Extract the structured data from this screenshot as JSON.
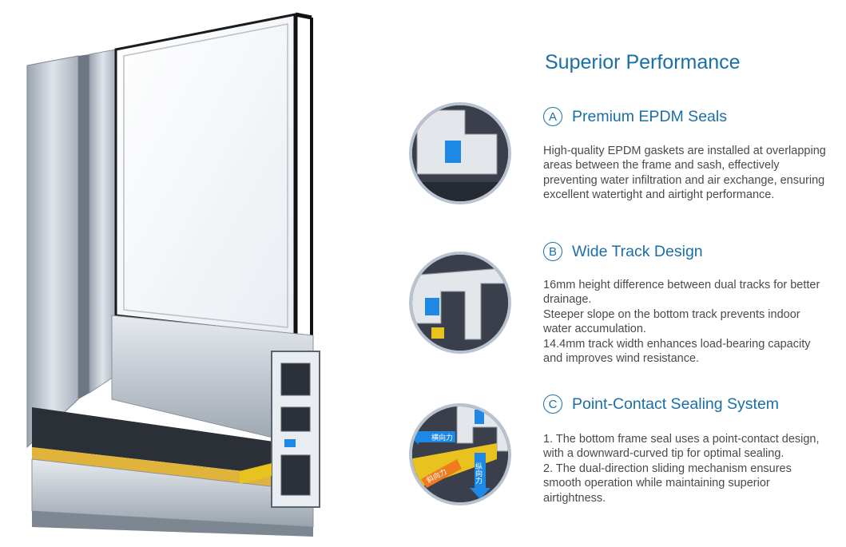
{
  "heading": "Superior Performance",
  "features": [
    {
      "letter": "A",
      "title": "Premium EPDM Seals",
      "paragraphs": [
        "High-quality EPDM gaskets are installed at overlapping areas between the frame and sash, effectively preventing water infiltration and air exchange, ensuring excellent watertight and airtight performance."
      ]
    },
    {
      "letter": "B",
      "title": "Wide Track Design",
      "paragraphs": [
        "16mm height difference between dual tracks for better drainage.",
        "Steeper slope on the bottom track prevents indoor water accumulation.",
        "14.4mm track width enhances load-bearing capacity and improves wind resistance."
      ]
    },
    {
      "letter": "C",
      "title": "Point-Contact Sealing System",
      "paragraphs": [
        "1. The bottom frame seal uses a point-contact design, with a downward-curved tip for optimal sealing.",
        "2. The dual-direction sliding mechanism ensures smooth operation while maintaining superior airtightness."
      ]
    }
  ],
  "force_labels": {
    "horizontal": "横向力",
    "vertical": "纵向力",
    "oblique": "斜向力"
  },
  "colors": {
    "accent": "#1a6fa6",
    "body_text": "#4a4a4a",
    "seal_blue": "#1e88e5",
    "seal_yellow": "#e8c21e",
    "arrow_orange": "#f07a1e"
  }
}
